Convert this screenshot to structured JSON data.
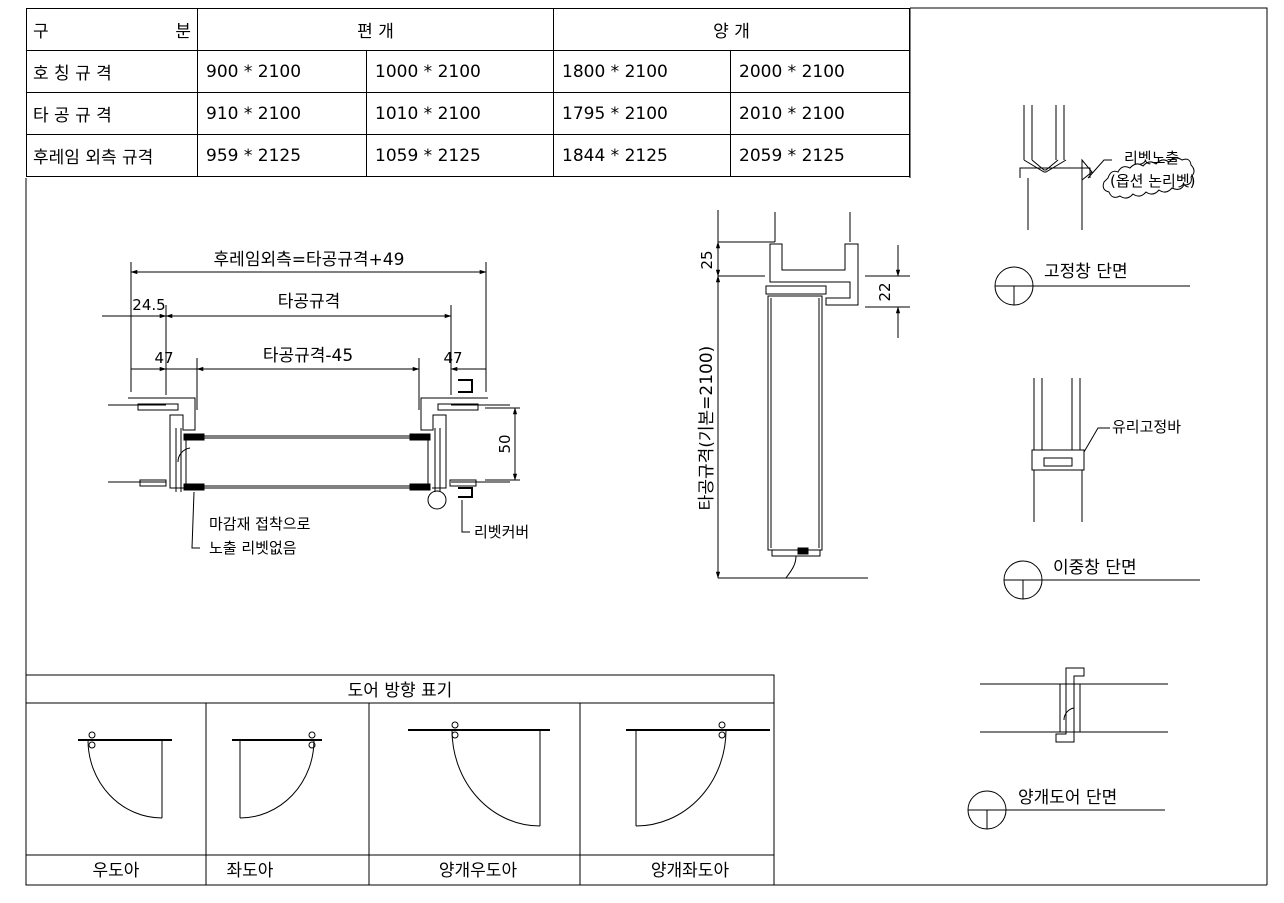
{
  "spec_table": {
    "header": {
      "label": "구 분",
      "single": "편 개",
      "double": "양 개"
    },
    "rows": [
      {
        "label": "호 칭 규 격",
        "values": [
          "900 * 2100",
          "1000 * 2100",
          "1800 * 2100",
          "2000 * 2100"
        ]
      },
      {
        "label": "타 공 규 격",
        "values": [
          "910 * 2100",
          "1010 * 2100",
          "1795 * 2100",
          "2010 * 2100"
        ]
      },
      {
        "label": "후레임 외측 규격",
        "values": [
          "959 * 2125",
          "1059 * 2125",
          "1844 * 2125",
          "2059 * 2125"
        ]
      }
    ]
  },
  "plan_view": {
    "dim_frame_outside": "후레임외측=타공규격+49",
    "dim_cutout": "타공규격",
    "dim_inner": "타공규격-45",
    "dim_24_5": "24.5",
    "dim_47_left": "47",
    "dim_47_right": "47",
    "dim_50": "50",
    "note_adhesive_1": "마감재 접착으로",
    "note_adhesive_2": "노출 리벳없음",
    "note_rivet_cover": "리벳커버"
  },
  "section_view": {
    "dim_25": "25",
    "dim_22": "22",
    "dim_height": "타공규격(기본=2100)"
  },
  "right_details": {
    "fixed_rivet_note": "리벳노출",
    "fixed_rivet_option": "(옵션 논리벳)",
    "fixed_title": "고정창 단면",
    "glass_bar_note": "유리고정바",
    "double_title": "이중창 단면",
    "double_door_title": "양개도어 단면"
  },
  "door_direction": {
    "title": "도어 방향 표기",
    "items": [
      "우도아",
      "좌도아",
      "양개우도아",
      "양개좌도아"
    ]
  }
}
